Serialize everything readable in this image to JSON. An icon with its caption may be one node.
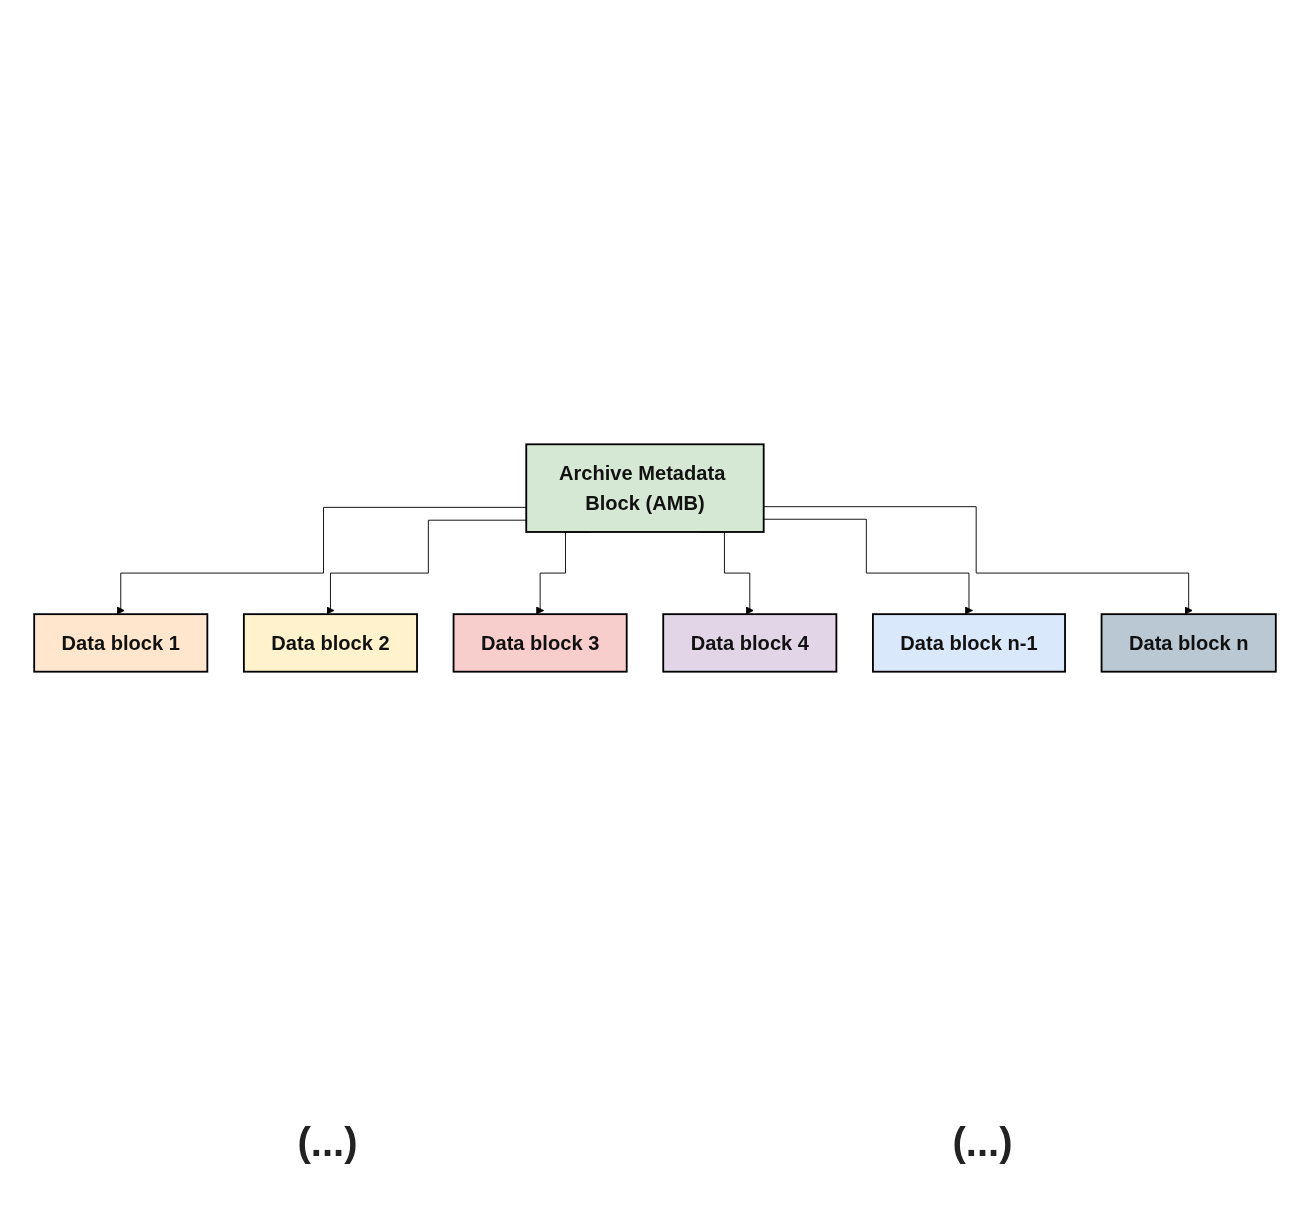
{
  "diagram": {
    "nodes": [
      {
        "text": [
          "Archive Metadata Block (AMB)"
        ]
      },
      {
        "text": [
          "Data block 1"
        ]
      },
      {
        "text": [
          "Data block 2"
        ]
      },
      {
        "text": [
          "Data block 3"
        ]
      },
      {
        "text": [
          "Data block 4"
        ]
      },
      {
        "text": [
          "Data block n-1"
        ]
      },
      {
        "text": [
          "Data block n"
        ]
      }
    ],
    "edges": [
      {
        "from": 0,
        "to": 1,
        "arrow": "to"
      },
      {
        "from": 0,
        "to": 2,
        "arrow": "to"
      },
      {
        "from": 0,
        "to": 3,
        "arrow": "to"
      },
      {
        "from": 0,
        "to": 4,
        "arrow": "to"
      },
      {
        "from": 0,
        "to": 5,
        "arrow": "to"
      },
      {
        "from": 0,
        "to": 6,
        "arrow": "to"
      }
    ],
    "labels": [
      "(...)",
      "(...)"
    ]
  }
}
